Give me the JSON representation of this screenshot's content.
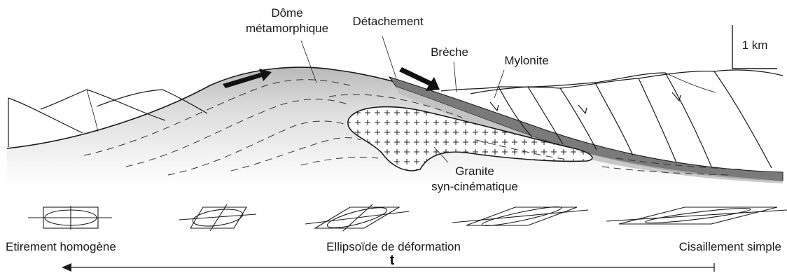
{
  "labels": {
    "dome_line1": "Dôme",
    "dome_line2": "métamorphique",
    "detachment": "Détachement",
    "breccia": "Brèche",
    "mylonite": "Mylonite",
    "granite_line1": "Granite",
    "granite_line2": "syn-cinématique",
    "scale": "1 km"
  },
  "strain": {
    "left": "Etirement homogène",
    "middle": "Ellipsoïde de déformation",
    "right": "Cisaillement simple"
  },
  "time_axis": {
    "label": "t"
  },
  "colors": {
    "line": "#1a1a1a",
    "dome_light": "#f2f2f2",
    "dome_dark": "#c9c9c9",
    "mylonite": "#7a7a7a",
    "breccia": "#9a9a9a"
  }
}
